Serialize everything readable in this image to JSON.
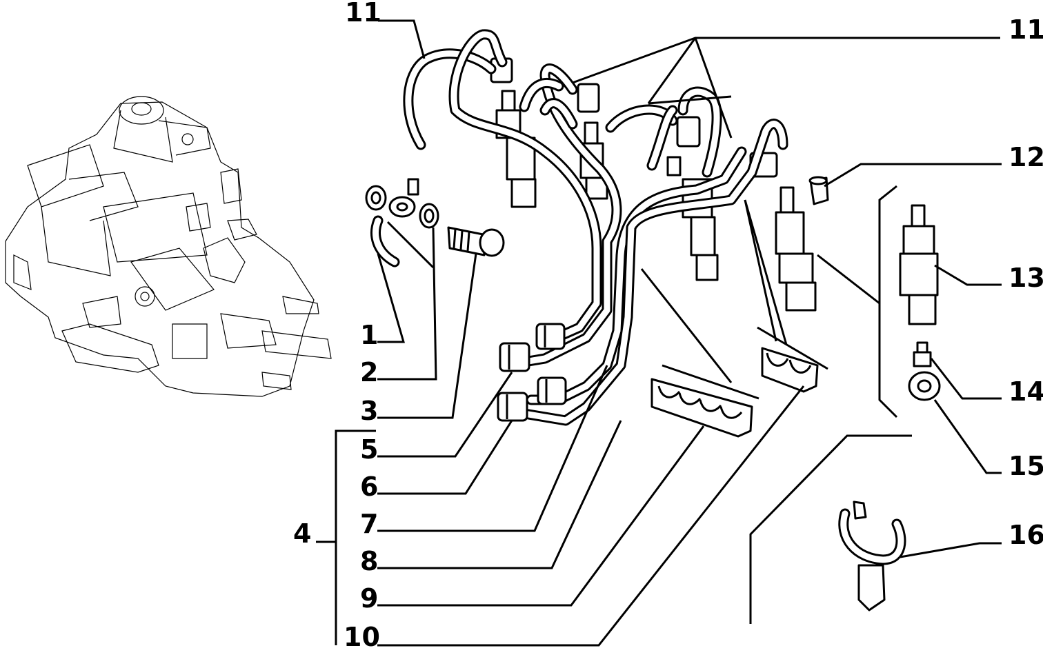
{
  "callouts": {
    "c1": "1",
    "c2": "2",
    "c3": "3",
    "c4": "4",
    "c5": "5",
    "c6": "6",
    "c7": "7",
    "c8": "8",
    "c9": "9",
    "c10": "10",
    "c11_left": "11",
    "c11_right": "11",
    "c12": "12",
    "c13": "13",
    "c14": "14",
    "c15": "15",
    "c16": "16"
  },
  "colors": {
    "ink": "#000000",
    "paper": "#ffffff"
  }
}
